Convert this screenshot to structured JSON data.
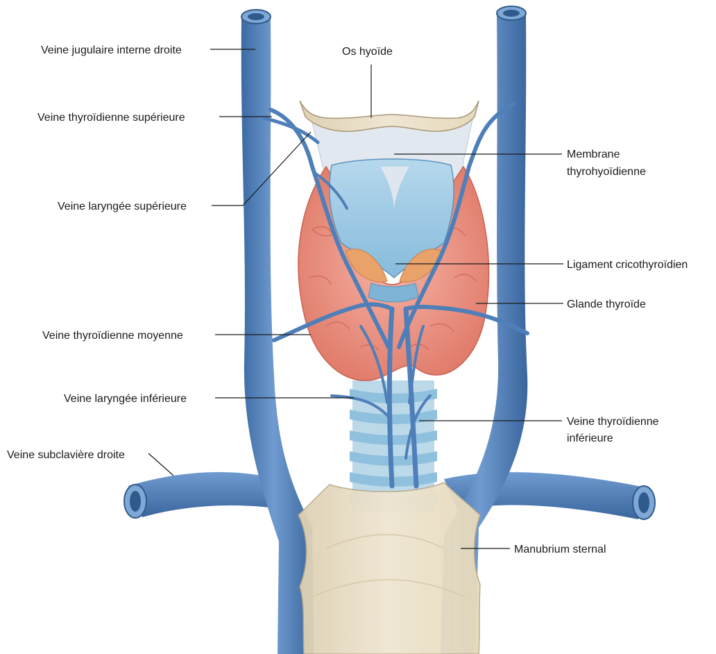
{
  "labels": {
    "jugular": "Veine jugulaire interne droite",
    "hyoid": "Os hyoïde",
    "sup_thyroid_vein": "Veine thyroïdienne supérieure",
    "thyrohyoid_membrane_1": "Membrane",
    "thyrohyoid_membrane_2": "thyrohyoïdienne",
    "sup_laryngeal_vein": "Veine laryngée supérieure",
    "cricothyroid_ligament": "Ligament cricothyroïdien",
    "thyroid_gland": "Glande thyroïde",
    "mid_thyroid_vein": "Veine thyroïdienne moyenne",
    "inf_laryngeal_vein": "Veine laryngée inférieure",
    "inf_thyroid_vein_1": "Veine thyroïdienne",
    "inf_thyroid_vein_2": "inférieure",
    "subclavian": "Veine subclavière droite",
    "manubrium": "Manubrium sternal"
  },
  "colors": {
    "vein": "#4f7fb8",
    "vein_dark": "#2f5a8c",
    "vein_light": "#8fb3da",
    "cartilage": "#9cc8e2",
    "cartilage_dark": "#6aa3c8",
    "bone": "#e8dcc0",
    "gland": "#ef9a8a",
    "gland_dark": "#d8705f",
    "muscle": "#e8a26a",
    "membrane": "#dfe6ee"
  }
}
